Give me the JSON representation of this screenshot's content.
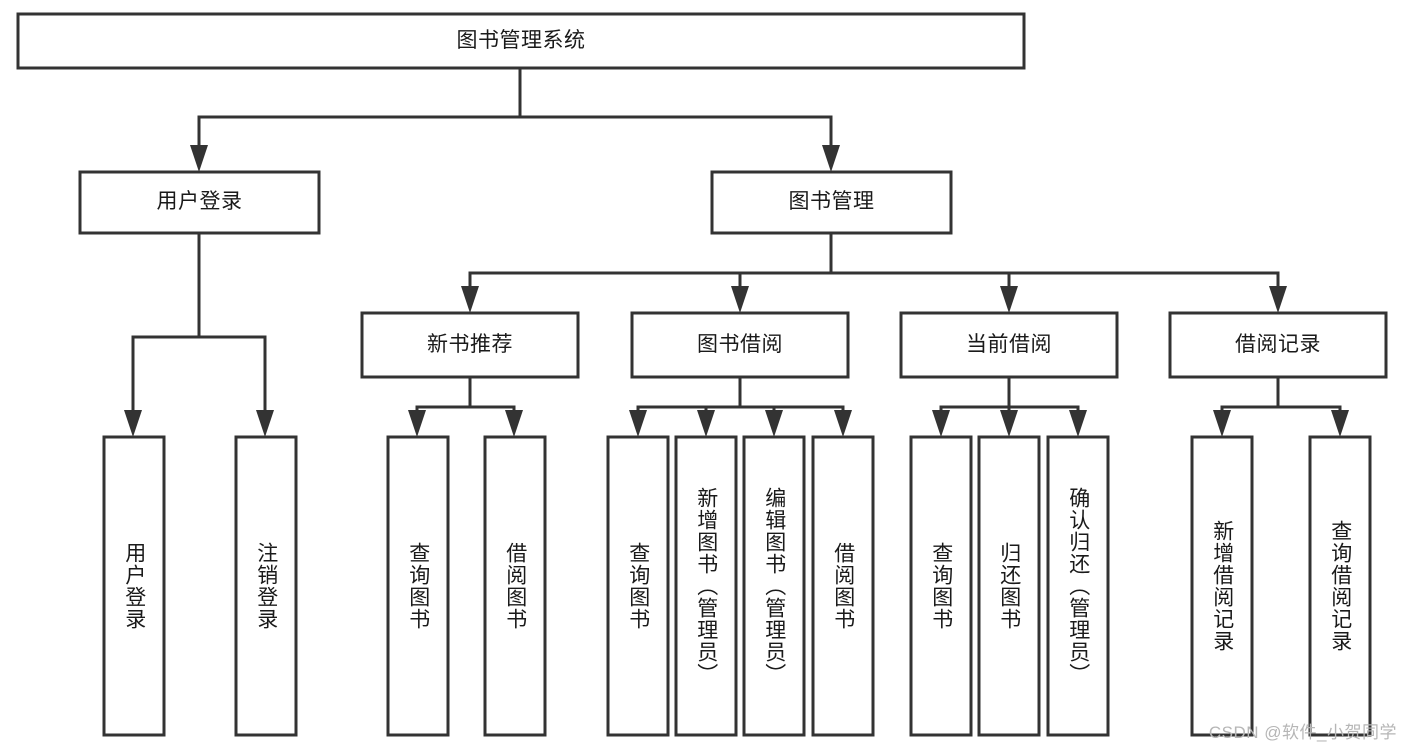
{
  "diagram": {
    "type": "tree",
    "title": "图书管理系统",
    "orientation": "top-down",
    "colors": {
      "stroke": "#333333",
      "node_fill": "#ffffff",
      "text": "#1a1a1a",
      "background": "#ffffff",
      "watermark": "#b6b6b6"
    },
    "root": {
      "label": "图书管理系统"
    },
    "level2": [
      {
        "label": "用户登录"
      },
      {
        "label": "图书管理"
      }
    ],
    "level3": [
      {
        "label": "新书推荐"
      },
      {
        "label": "图书借阅"
      },
      {
        "label": "当前借阅"
      },
      {
        "label": "借阅记录"
      }
    ],
    "leaves": {
      "user_login": [
        {
          "label": "用户登录"
        },
        {
          "label": "注销登录"
        }
      ],
      "new_book_recommend": [
        {
          "label": "查询图书"
        },
        {
          "label": "借阅图书"
        }
      ],
      "book_borrow": [
        {
          "label": "查询图书"
        },
        {
          "label": "新增图书（管理员）"
        },
        {
          "label": "编辑图书（管理员）"
        },
        {
          "label": "借阅图书"
        }
      ],
      "current_borrow": [
        {
          "label": "查询图书"
        },
        {
          "label": "归还图书"
        },
        {
          "label": "确认归还（管理员）"
        }
      ],
      "borrow_record": [
        {
          "label": "新增借阅记录"
        },
        {
          "label": "查询借阅记录"
        }
      ]
    }
  },
  "watermark": {
    "text": "CSDN @软件_小贺同学"
  }
}
